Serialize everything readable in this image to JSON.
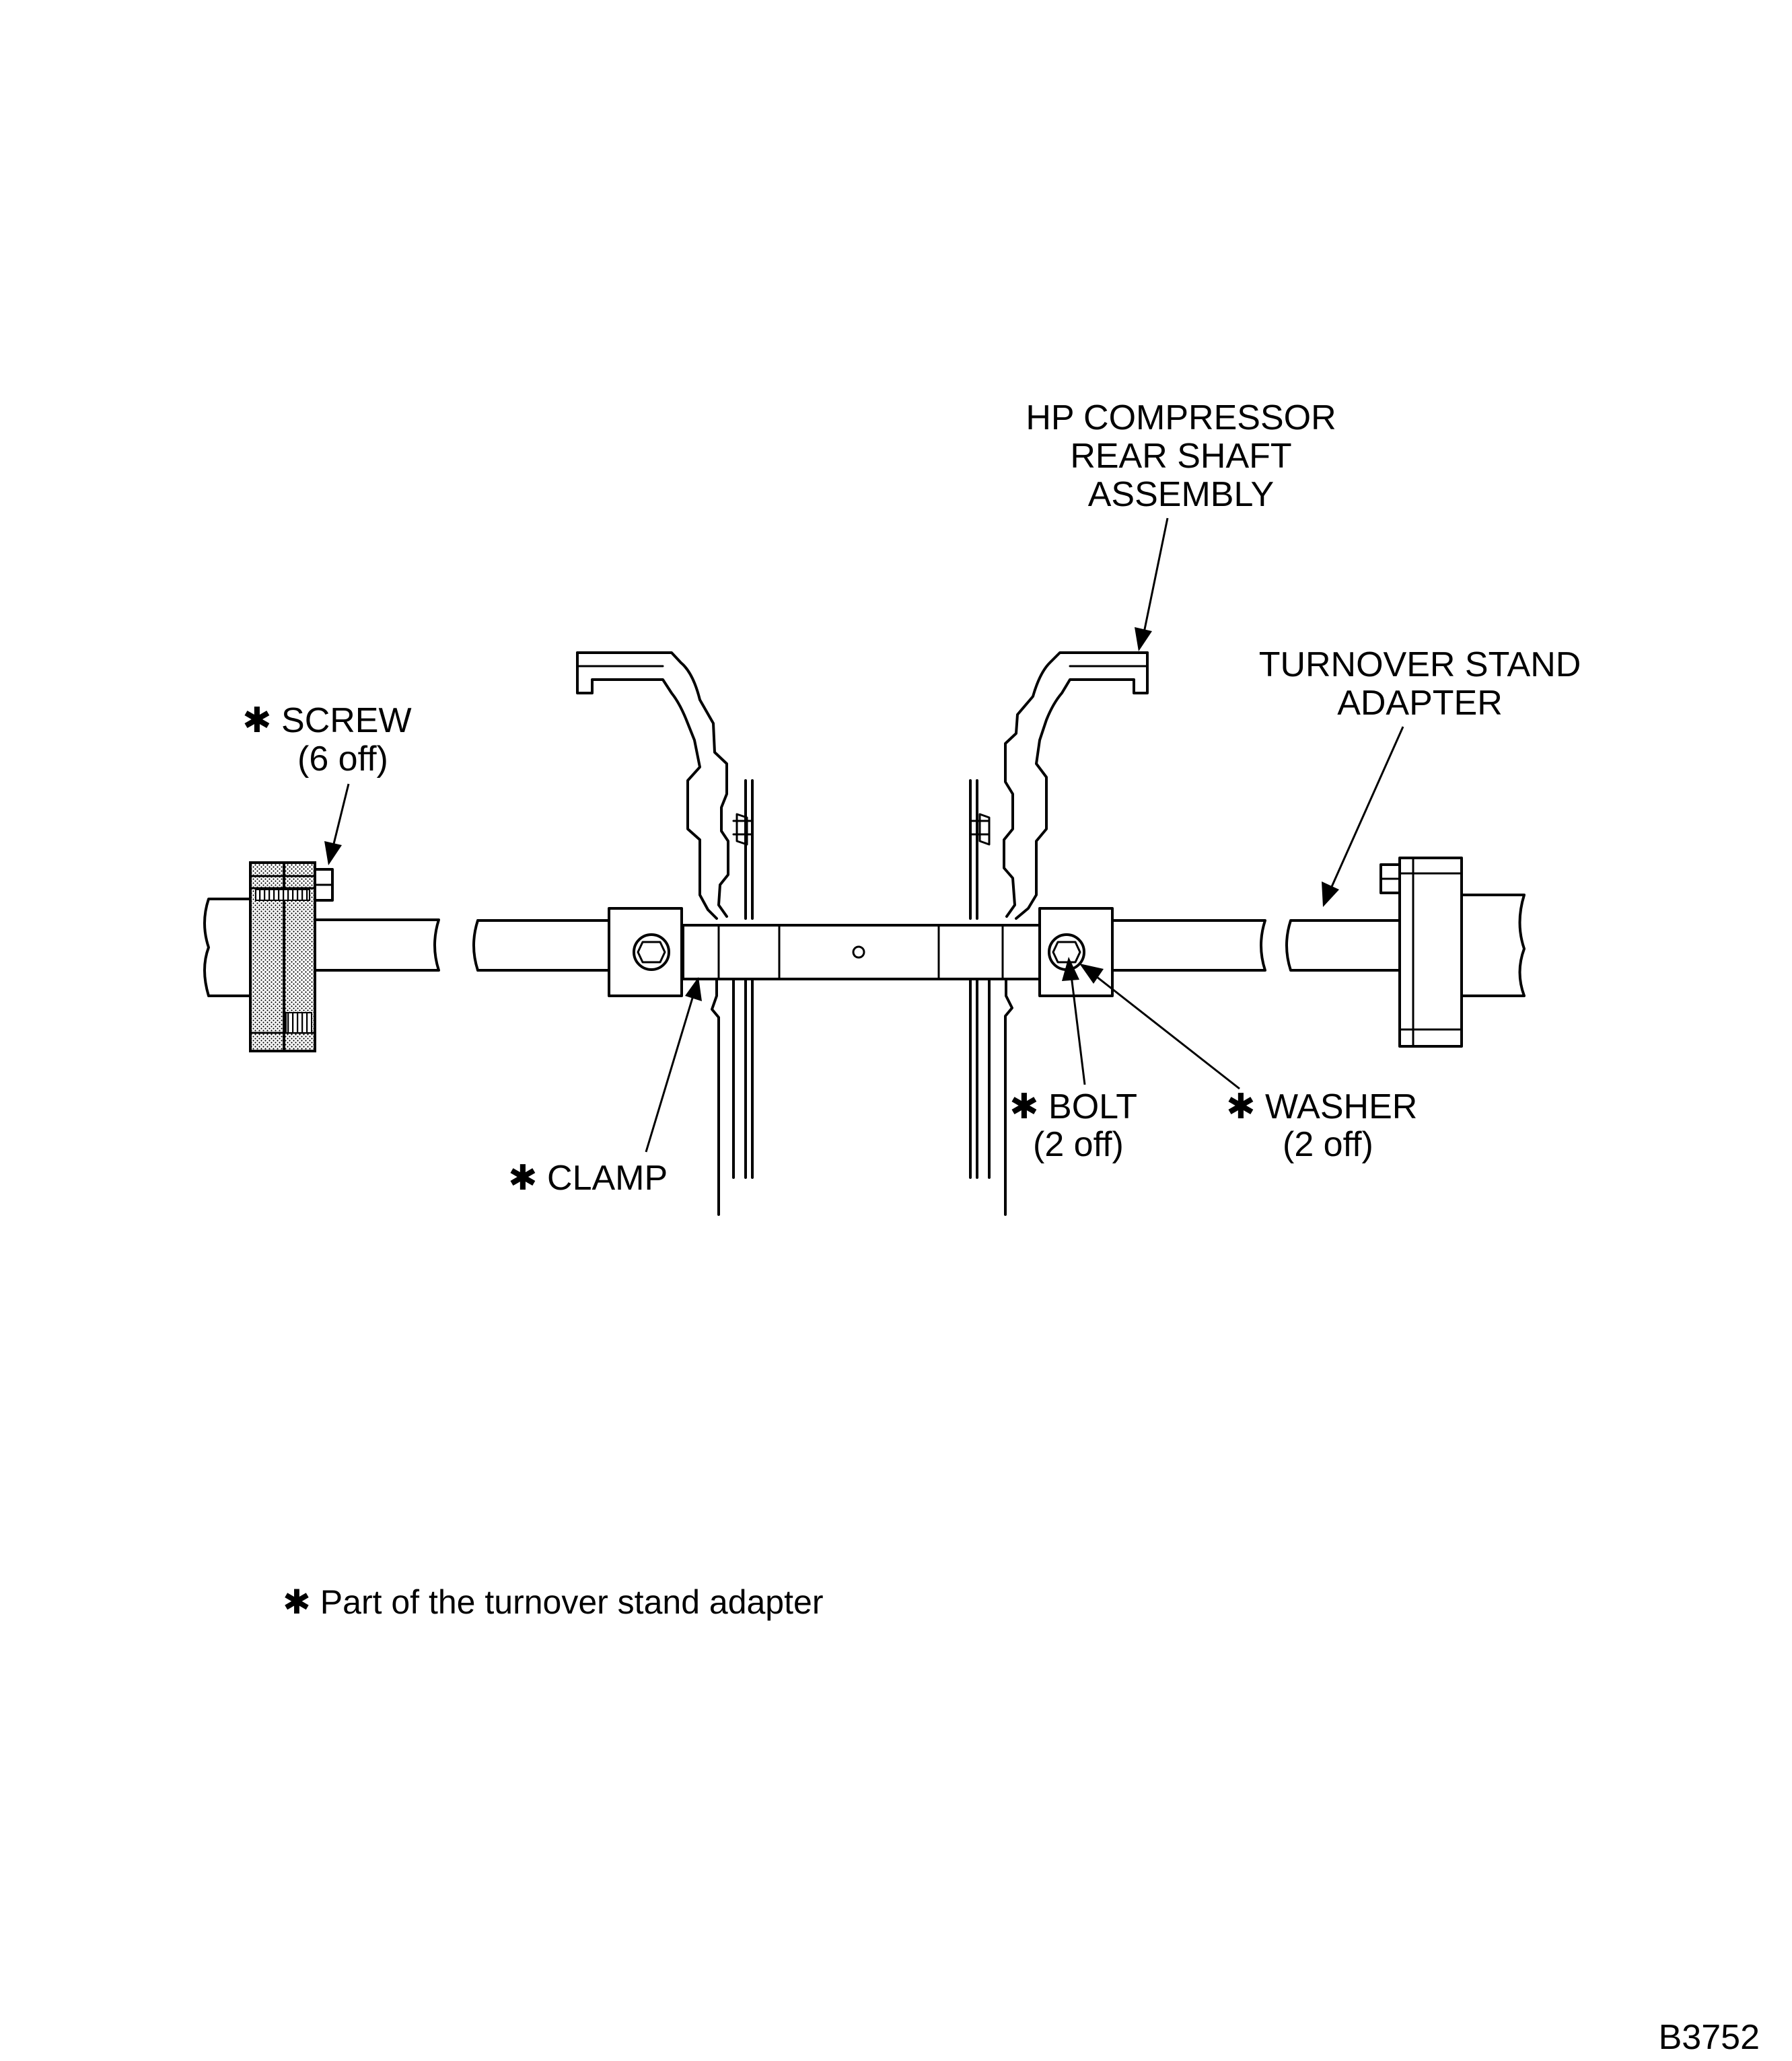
{
  "labels": {
    "hp_compressor": [
      "HP COMPRESSOR",
      "REAR SHAFT",
      "ASSEMBLY"
    ],
    "turnover_stand_adapter": [
      "TURNOVER STAND",
      "ADAPTER"
    ],
    "screw": [
      "✱ SCREW",
      "(6 off)"
    ],
    "clamp": "✱ CLAMP",
    "bolt": [
      "✱ BOLT",
      "(2 off)"
    ],
    "washer": [
      "✱ WASHER",
      "(2 off)"
    ]
  },
  "note": "✱ Part of the turnover stand adapter",
  "figure_id": "B3752"
}
